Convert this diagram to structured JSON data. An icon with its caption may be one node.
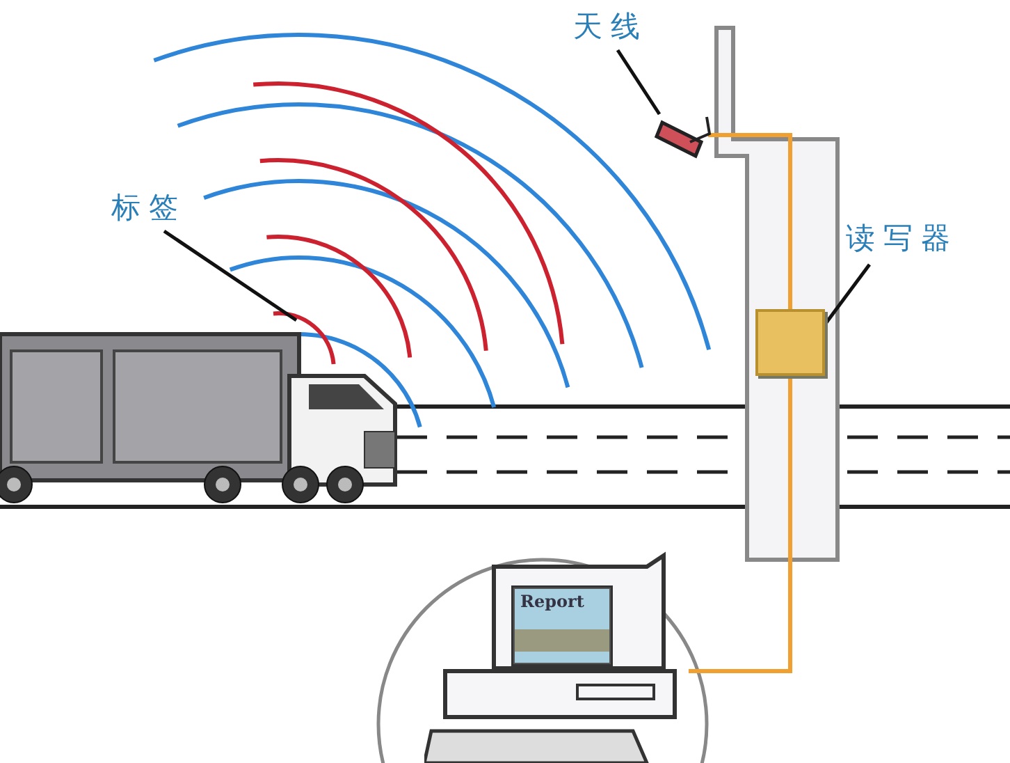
{
  "diagram": {
    "nodes": [
      {
        "text": [
          "天线"
        ]
      },
      {
        "text": [],
        "shape": "picture"
      },
      {
        "text": [
          "标签"
        ]
      },
      {
        "text": [],
        "shape": "picture"
      },
      {
        "text": [
          "读写器"
        ]
      },
      {
        "text": [],
        "shape": "box"
      },
      {
        "text": [],
        "shape": "picture"
      }
    ],
    "edges": [
      {
        "from": 0,
        "to": 1,
        "arrow": "none"
      },
      {
        "from": 2,
        "to": 3,
        "arrow": "none"
      },
      {
        "from": 4,
        "to": 5,
        "arrow": "none"
      },
      {
        "from": 1,
        "to": 5,
        "arrow": "none",
        "color": "#f0a030"
      },
      {
        "from": 5,
        "to": 6,
        "arrow": "none",
        "color": "#f0a030"
      }
    ],
    "labels": [
      "Report"
    ]
  }
}
